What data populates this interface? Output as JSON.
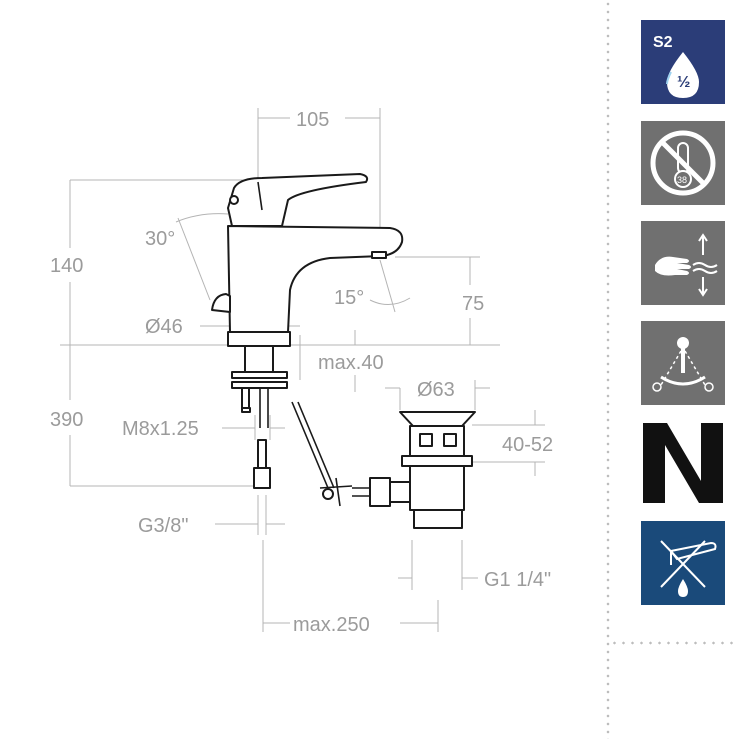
{
  "dimensions": {
    "width_top": "105",
    "height_tap": "140",
    "lever_angle": "30°",
    "spout_angle": "15°",
    "spout_height": "75",
    "base_diameter": "Ø46",
    "reach": "max.40",
    "height_total": "390",
    "thread": "M8x1.25",
    "waste_diameter": "Ø63",
    "plug_height": "40-52",
    "hose_connection": "G3/8\"",
    "waste_connection": "G1 1/4\"",
    "max_distance": "max.250"
  },
  "badges": [
    {
      "icon": "s2-half-drop-icon",
      "label": "S2",
      "sub": "½",
      "color": "#2b3d78"
    },
    {
      "icon": "no-thermostat-icon",
      "label": "38",
      "color": "#707070"
    },
    {
      "icon": "hand-flow-icon",
      "color": "#707070"
    },
    {
      "icon": "spray-temperature-icon",
      "color": "#707070"
    },
    {
      "icon": "brand-logo-icon",
      "color": "#111111"
    },
    {
      "icon": "no-drip-tap-icon",
      "color": "#1a4a7a"
    }
  ]
}
